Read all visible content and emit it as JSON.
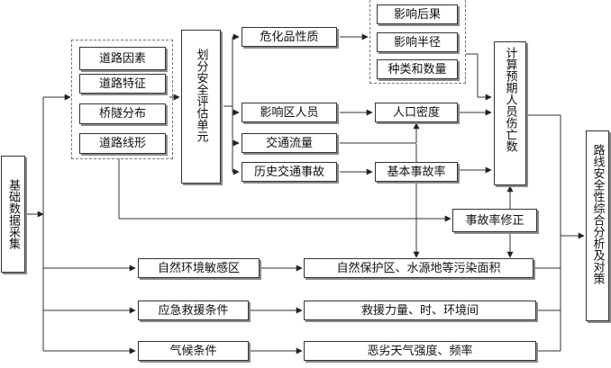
{
  "input": {
    "label": "基础数据采集"
  },
  "road_group": {
    "items": [
      "道路因素",
      "道路特征",
      "桥隧分布",
      "道路线形"
    ]
  },
  "unit_division": {
    "label": "划分安全评估单元"
  },
  "nodes": {
    "hazmat": "危化品性质",
    "affected_population": "影响区人员",
    "traffic_flow": "交通流量",
    "accident_history": "历史交通事故",
    "population_density": "人口密度",
    "base_accident_rate": "基本事故率",
    "accident_rate_correction": "事故率修正"
  },
  "consequence_group": {
    "items": [
      "影响后果",
      "影响半径",
      "种类和数量"
    ]
  },
  "casualty_calc": {
    "label": "计算预期人员伤亡数"
  },
  "environment": {
    "left": "自然环境敏感区",
    "right": "自然保护区、水源地等污染面积"
  },
  "emergency": {
    "left": "应急救援条件",
    "right": "救援力量、时、环境间"
  },
  "climate": {
    "left": "气候条件",
    "right": "恶劣天气强度、频率"
  },
  "output": {
    "label": "路线安全性综合分析及对策"
  }
}
